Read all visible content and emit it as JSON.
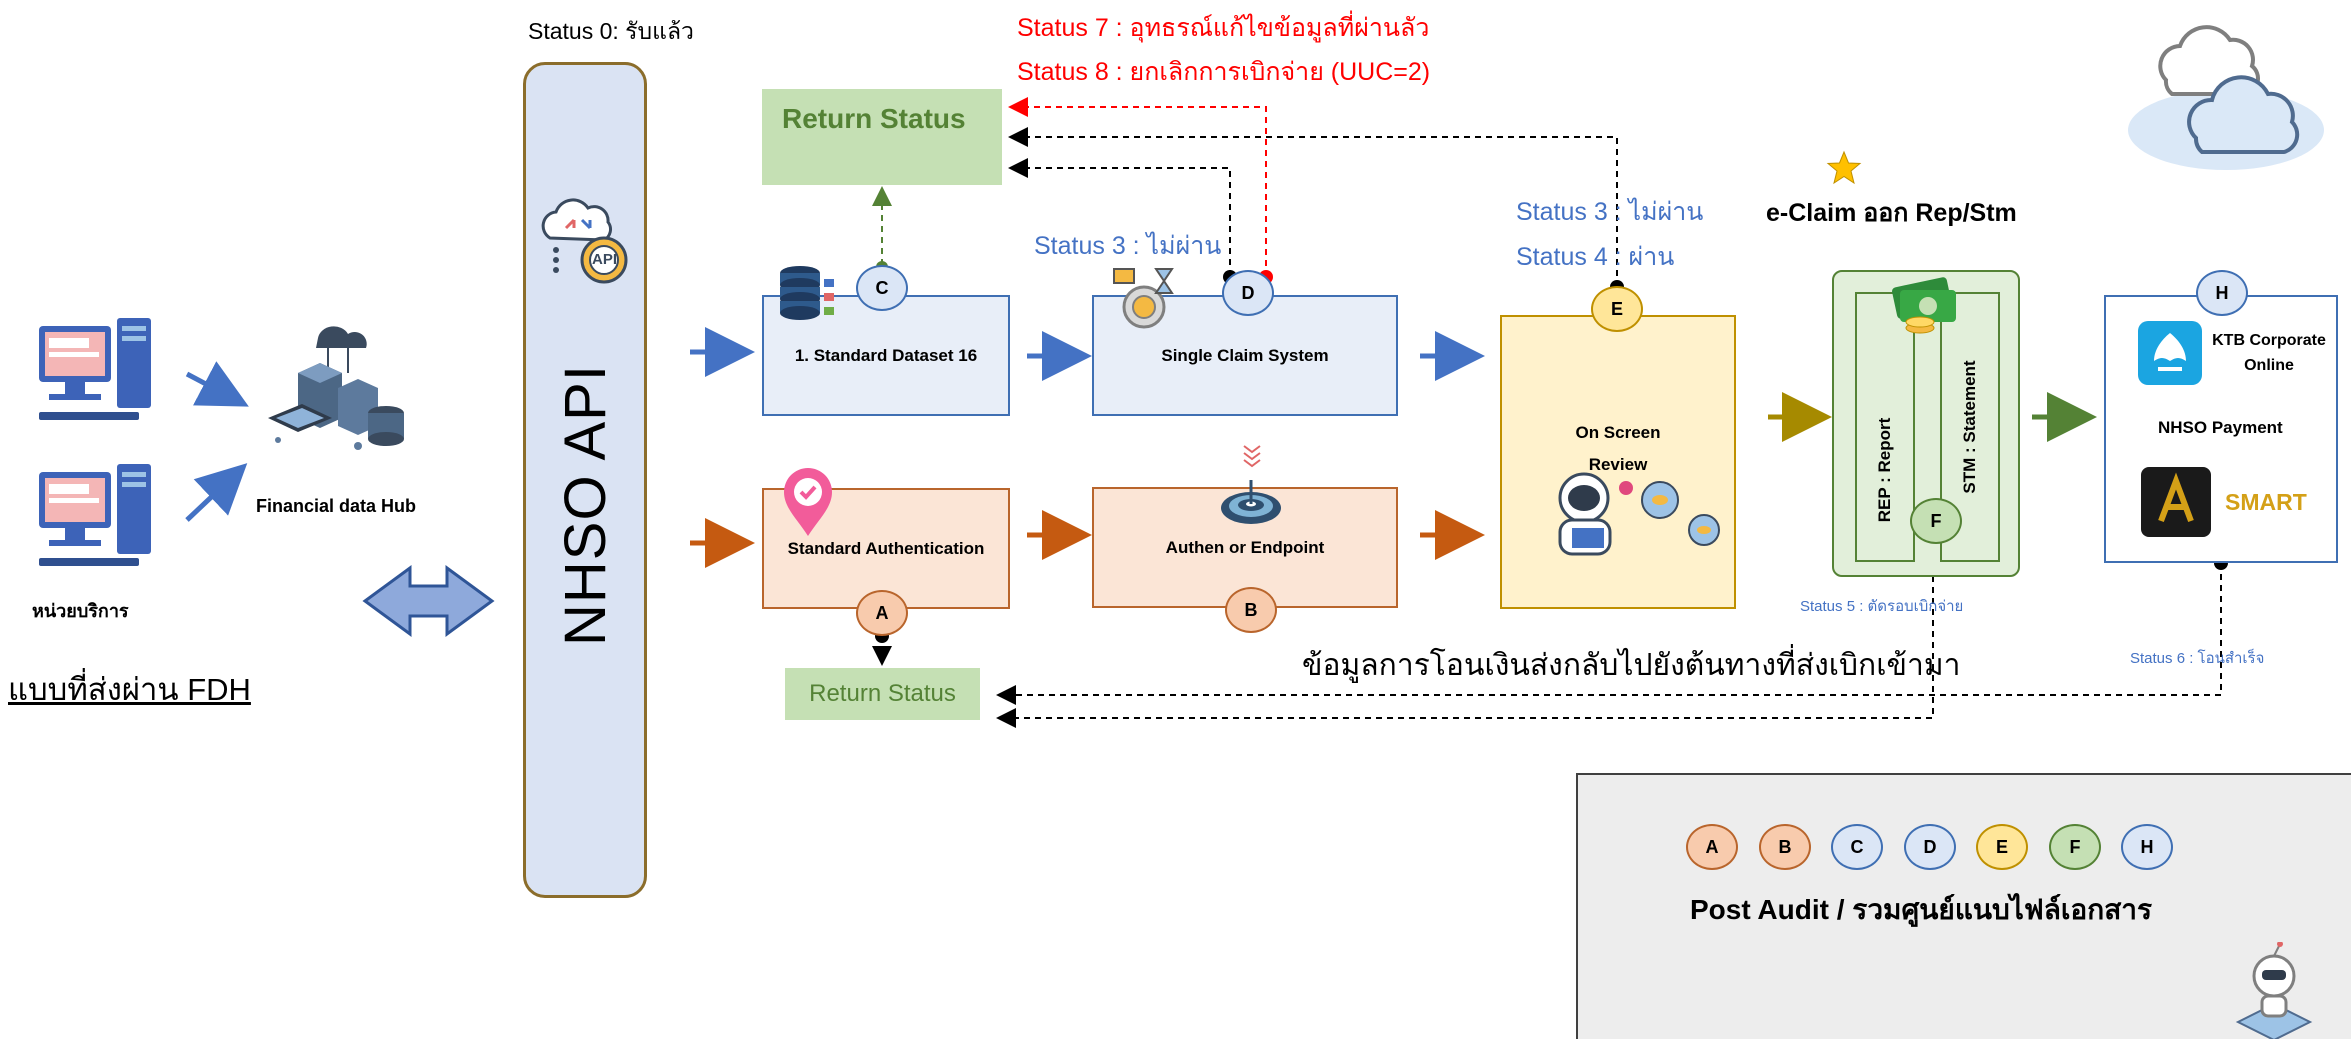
{
  "labels": {
    "status0": "Status 0: รับแล้ว",
    "status7": "Status 7 : อุทธรณ์แก้ไขข้อมูลที่ผ่านลัว",
    "status8": "Status 8 : ยกเลิกการเบิกจ่าย (UUC=2)",
    "status3_ssc": "Status 3 : ไม่ผ่าน",
    "status3_osr": "Status 3 : ไม่ผ่าน",
    "status4": "Status 4 : ผ่าน",
    "eclaim": "e-Claim  ออก Rep/Stm",
    "status5": "Status 5 : ตัดรอบเบิกจ่าย",
    "status6": "Status 6 : โอนสำเร็จ",
    "transfer_back": "ข้อมูลการโอนเงินส่งกลับไปยังต้นทางที่ส่งเบิกเข้ามา",
    "fdh_mode": "แบบที่ส่งผ่าน FDH",
    "service_unit": "หน่วยบริการ",
    "financial_hub": "Financial data Hub"
  },
  "nodes": {
    "nhso_api": "NHSO API",
    "api_badge": "API",
    "return_status_top": "Return Status",
    "return_status_bottom": "Return Status",
    "standard_dataset": "1. Standard Dataset 16",
    "single_claim": "Single Claim System",
    "standard_auth": "Standard Authentication",
    "authen_endpoint": "Authen or Endpoint",
    "on_screen_review": "On Screen Review",
    "rep_report": "REP : Report",
    "stm_statement": "STM : Statement",
    "ktb_corporate": "KTB Corporate Online",
    "nhso_payment": "NHSO Payment",
    "smart": "SMART",
    "post_audit": "Post Audit / รวมศูนย์แนบไฟล์เอกสาร"
  },
  "markers": {
    "a": "A",
    "b": "B",
    "c": "C",
    "d": "D",
    "e": "E",
    "f": "F",
    "h": "H"
  },
  "legend": [
    "A",
    "B",
    "C",
    "D",
    "E",
    "F",
    "H"
  ],
  "colors": {
    "blue_flow": "#4472c4",
    "orange_flow": "#c55a11",
    "olive_flow": "#bf9000",
    "green_flow": "#548235",
    "red_status": "#ff0000",
    "blue_status": "#4472c4"
  },
  "icons": [
    "computer-icon",
    "server-hub-icon",
    "cloud-api-icon",
    "database-icon",
    "gear-hourglass-icon",
    "location-pin-icon",
    "target-icon",
    "astronaut-icon",
    "money-icon",
    "ktb-logo-icon",
    "smart-logo-icon",
    "star-icon",
    "cloud-icon",
    "robot-icon",
    "double-arrow-icon"
  ]
}
